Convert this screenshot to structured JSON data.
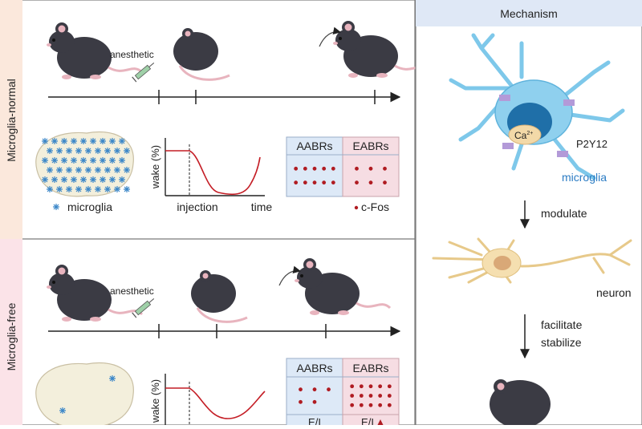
{
  "panels": {
    "normal": {
      "side_label": "Microglia-normal",
      "anesthetic_label": "anesthetic"
    },
    "free": {
      "side_label": "Microglia-free",
      "anesthetic_label": "anesthetic"
    }
  },
  "normal_plot": {
    "ylabel": "wake (%)",
    "xlabel_injection": "injection",
    "xlabel_time": "time"
  },
  "free_plot": {
    "ylabel": "wake (%)"
  },
  "legend": {
    "microglia": "microglia",
    "cfos": "c-Fos"
  },
  "normal_table": {
    "col1": "AABRs",
    "col2": "EABRs",
    "dots_col1": 10,
    "dots_col2": 6
  },
  "free_table": {
    "col1": "AABRs",
    "col2": "EABRs",
    "dots_col1": 5,
    "dots_col2": 15,
    "row2_col1": "E/I",
    "row2_col2": "E/I"
  },
  "mechanism": {
    "title": "Mechanism",
    "ca_label": "Ca",
    "ca_sup": "2+",
    "receptor_label": "P2Y12",
    "microglia_label": "microglia",
    "arrow1_label": "modulate",
    "neuron_label": "neuron",
    "arrow2_line1": "facilitate",
    "arrow2_line2": "stabilize"
  },
  "colors": {
    "panel_normal_tint": "#fbe8dc",
    "panel_free_tint": "#fbe3e8",
    "mechanism_header": "#dfe8f6",
    "table_left": "#dde9f7",
    "table_right": "#f6dde3",
    "table_header_text": "#222222",
    "dot": "#b01c22",
    "curve": "#c41d25",
    "microglia_text": "#2b7cc4",
    "mouse_body": "#3b3b44",
    "mouse_pink": "#e8b4be",
    "brain_fill": "#f3efdc",
    "neuron_fill": "#f5dfb0"
  },
  "icons": {
    "syringe": "syringe-icon",
    "microglia": "snowflake-icon",
    "mouse": "mouse-icon",
    "arrow": "down-arrow-icon"
  }
}
